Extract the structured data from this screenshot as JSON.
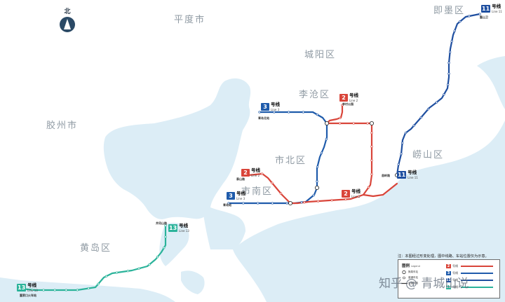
{
  "compass": {
    "label": "北"
  },
  "regions": [
    {
      "id": "jimo",
      "label": "即墨区"
    },
    {
      "id": "pingdu",
      "label": "平度市"
    },
    {
      "id": "chengyang",
      "label": "城阳区"
    },
    {
      "id": "licang",
      "label": "李沧区"
    },
    {
      "id": "jiaozhou",
      "label": "胶州市"
    },
    {
      "id": "shibei",
      "label": "市北区"
    },
    {
      "id": "laoshan",
      "label": "崂山区"
    },
    {
      "id": "shinan",
      "label": "市南区"
    },
    {
      "id": "huangdao",
      "label": "黄岛区"
    }
  ],
  "lines": [
    {
      "id": "line2",
      "number": "2",
      "name": "号线",
      "name_en": "Line 2",
      "color": "#d9453a"
    },
    {
      "id": "line3",
      "number": "3",
      "name": "号线",
      "name_en": "Line 3",
      "color": "#1f5bab"
    },
    {
      "id": "line11",
      "number": "11",
      "name": "号线",
      "name_en": "Line 11",
      "color": "#1f4fa0"
    },
    {
      "id": "line13",
      "number": "13",
      "name": "号线",
      "name_en": "Line 13",
      "color": "#2bb39a"
    }
  ],
  "endpoints": {
    "line2_north": "李村公园",
    "line3_north": "青岛北站",
    "line3_south": "青岛站",
    "line2_south": "泰山路",
    "line11_south": "苗岭路",
    "line11_north": "鳌山卫",
    "line13_north": "井冈山路",
    "line13_south": "董家口火车站"
  },
  "note": "注：本图经过形变处理，图中线路、车站位置仅为示意。",
  "legend": {
    "title": "图例",
    "title_en": "Legend",
    "symbols": [
      "换乘车站",
      "普通车站",
      "运营线路"
    ],
    "rows": [
      {
        "number": "2",
        "label": "号线",
        "color": "#d9453a"
      },
      {
        "number": "3",
        "label": "号线",
        "color": "#1f5bab"
      },
      {
        "number": "11",
        "label": "号线",
        "color": "#1f4fa0"
      },
      {
        "number": "13",
        "label": "号线",
        "color": "#2bb39a"
      }
    ]
  },
  "watermark": {
    "site": "知乎",
    "handle": "@ 青城山说"
  },
  "colors": {
    "water": "#dcedf6",
    "land": "#ffffff"
  }
}
